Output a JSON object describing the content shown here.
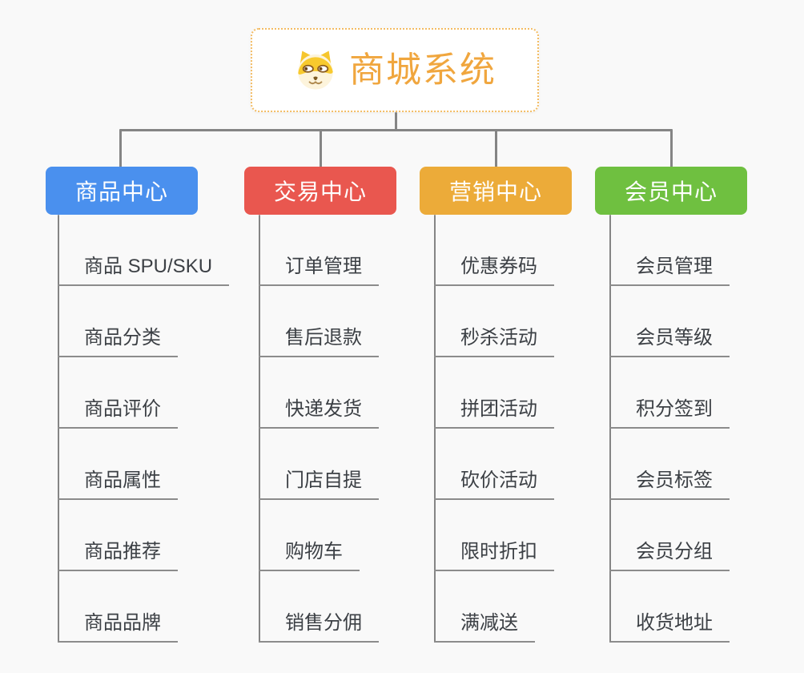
{
  "root": {
    "title": "商城系统",
    "icon": "dog-face-icon"
  },
  "branches": [
    {
      "label": "商品中心",
      "color": "#4a90ee",
      "children": [
        "商品 SPU/SKU",
        "商品分类",
        "商品评价",
        "商品属性",
        "商品推荐",
        "商品品牌"
      ]
    },
    {
      "label": "交易中心",
      "color": "#e9574f",
      "children": [
        "订单管理",
        "售后退款",
        "快递发货",
        "门店自提",
        "购物车",
        "销售分佣"
      ]
    },
    {
      "label": "营销中心",
      "color": "#ecab39",
      "children": [
        "优惠券码",
        "秒杀活动",
        "拼团活动",
        "砍价活动",
        "限时折扣",
        "满减送"
      ]
    },
    {
      "label": "会员中心",
      "color": "#6fc040",
      "children": [
        "会员管理",
        "会员等级",
        "积分签到",
        "会员标签",
        "会员分组",
        "收货地址"
      ]
    }
  ],
  "colors": {
    "background": "#f9f9f9",
    "connector": "#858585",
    "item_underline": "#8c8c8c",
    "item_text": "#3c4045",
    "root_title": "#f0a63e",
    "root_border": "#f3bc63"
  }
}
